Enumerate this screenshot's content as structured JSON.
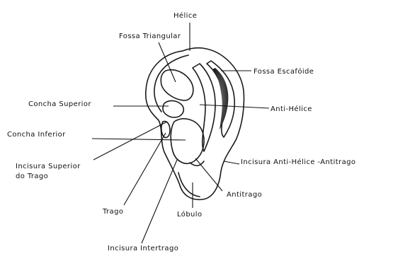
{
  "labels": {
    "helice": "Hélice",
    "fossa_triangular": "Fossa Triangular",
    "fossa_escafoide": "Fossa Escafóide",
    "concha_superior": "Concha Superior",
    "anti_helice": "Anti-Hélice",
    "concha_inferior": "Concha Inferior",
    "incisura_superior_line1": "Incisura Superior",
    "incisura_superior_line2": "do Trago",
    "incisura_anti_helice": "Incisura Anti-Hélice -Antitrago",
    "antitrago": "Antitrago",
    "trago": "Trago",
    "lobulo": "Lóbulo",
    "incisura_intertrago": "Incisura Intertrago"
  },
  "colors": {
    "ink": "#111111",
    "shading": "#cfcfcf",
    "dark_fill": "#2b2b2b"
  }
}
